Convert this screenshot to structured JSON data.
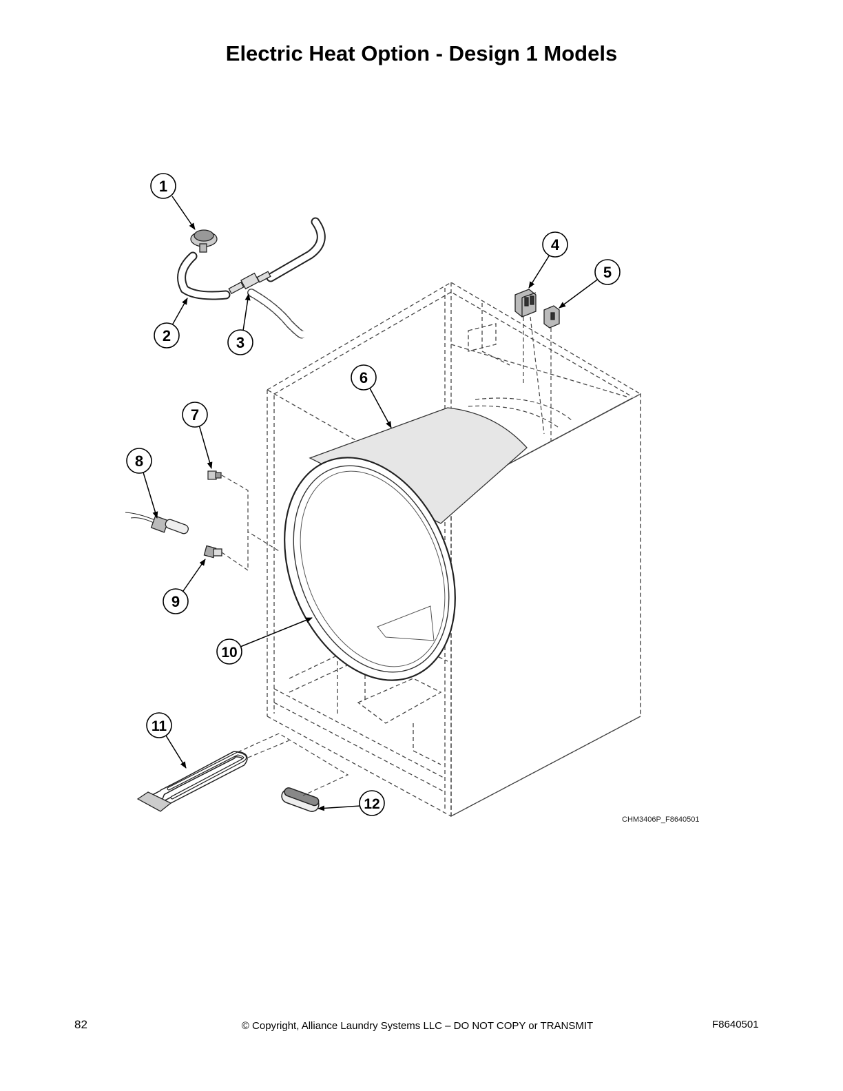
{
  "title": "Electric Heat Option - Design 1 Models",
  "callouts": [
    {
      "label": "1",
      "part": "pressure-switch"
    },
    {
      "label": "2",
      "part": "hose"
    },
    {
      "label": "3",
      "part": "tee-fitting"
    },
    {
      "label": "4",
      "part": "contactor"
    },
    {
      "label": "5",
      "part": "relay"
    },
    {
      "label": "6",
      "part": "tub-insulation"
    },
    {
      "label": "7",
      "part": "plug"
    },
    {
      "label": "8",
      "part": "temperature-sensor"
    },
    {
      "label": "9",
      "part": "fitting"
    },
    {
      "label": "10",
      "part": "tub"
    },
    {
      "label": "11",
      "part": "heating-element"
    },
    {
      "label": "12",
      "part": "gasket"
    }
  ],
  "figure_ref": "CHM3406P_F8640501",
  "footer": {
    "page_number": "82",
    "copyright": "© Copyright, Alliance Laundry Systems LLC – DO NOT COPY or TRANSMIT",
    "doc_id": "F8640501"
  }
}
